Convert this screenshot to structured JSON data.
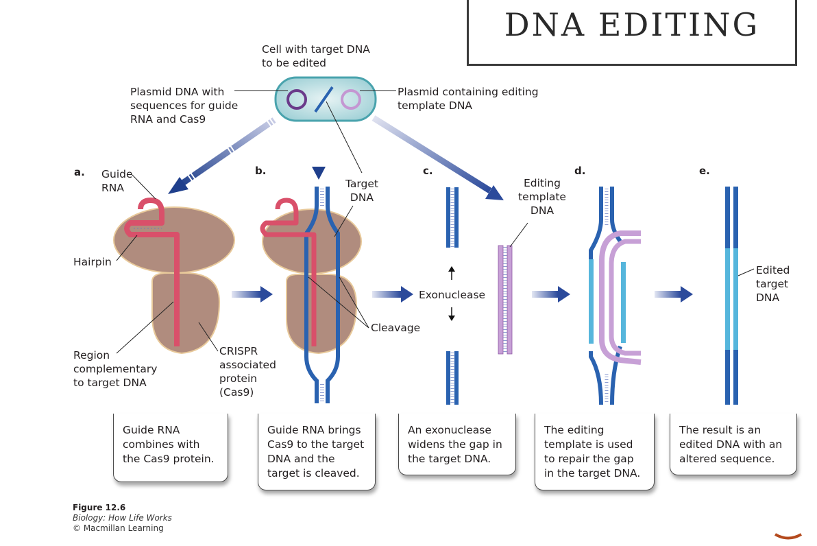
{
  "title": "DNA EDITING",
  "cell": {
    "label": "Cell with target DNA\nto be edited",
    "left_plasmid_label": "Plasmid DNA with\nsequences for guide\nRNA and Cas9",
    "right_plasmid_label": "Plasmid containing editing\ntemplate DNA"
  },
  "panels": [
    {
      "letter": "a.",
      "labels": {
        "guide_rna": "Guide\nRNA",
        "hairpin": "Hairpin",
        "region": "Region\ncomplementary\nto target DNA",
        "cas9": "CRISPR\nassociated\nprotein\n(Cas9)"
      },
      "caption": "Guide RNA\ncombines with\nthe Cas9 protein."
    },
    {
      "letter": "b.",
      "labels": {
        "target_dna": "Target\nDNA",
        "cleavage": "Cleavage"
      },
      "caption": "Guide RNA brings\nCas9 to the target\nDNA and the\ntarget is cleaved."
    },
    {
      "letter": "c.",
      "labels": {
        "exonuclease": "Exonuclease",
        "editing_template": "Editing\ntemplate\nDNA"
      },
      "caption": "An exonuclease\nwidens the gap in\nthe target DNA."
    },
    {
      "letter": "d.",
      "labels": {},
      "caption": "The editing\ntemplate is used\nto repair the gap\nin the target DNA."
    },
    {
      "letter": "e.",
      "labels": {
        "edited": "Edited\ntarget\nDNA"
      },
      "caption": "The result is an\nedited DNA with an\naltered sequence."
    }
  ],
  "figure": {
    "number": "Figure 12.6",
    "book": "Biology: How Life Works",
    "copyright": "© Macmillan Learning"
  },
  "colors": {
    "dna_blue": "#2a62b0",
    "edited_cyan": "#56b6dc",
    "rna_red": "#d9506a",
    "template_purple": "#c7a0d6",
    "protein_brown": "#b08c7e",
    "arrow_navy": "#1f3f8c",
    "cell_teal": "#8ccfd4"
  }
}
